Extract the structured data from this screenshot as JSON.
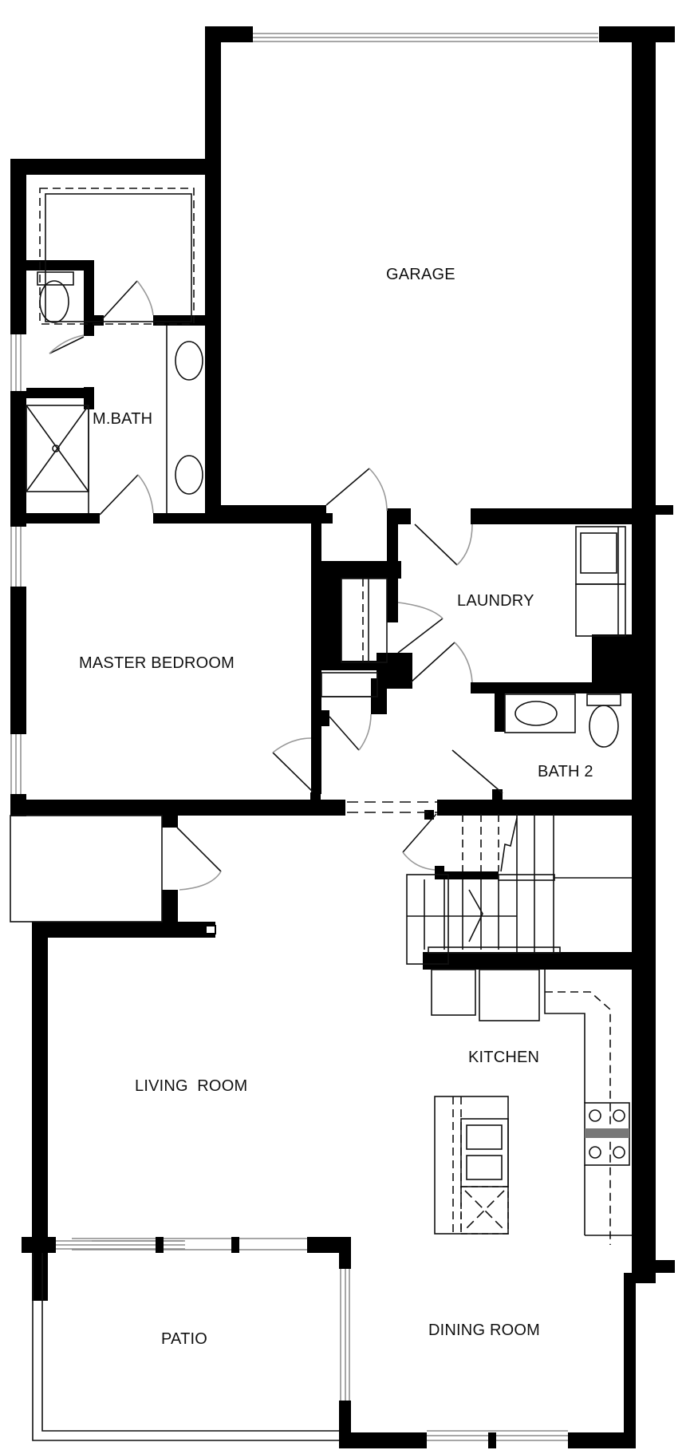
{
  "plan": {
    "type": "floor-plan",
    "colors": {
      "wall": "#000000",
      "line": "#111111",
      "window": "#8a8a8a",
      "range_bar": "#777777",
      "background": "#ffffff"
    },
    "rooms": [
      {
        "id": "garage",
        "label": "GARAGE"
      },
      {
        "id": "m-bath",
        "label": "M.BATH"
      },
      {
        "id": "laundry",
        "label": "LAUNDRY"
      },
      {
        "id": "master-bedroom",
        "label": "MASTER BEDROOM"
      },
      {
        "id": "bath-2",
        "label": "BATH 2"
      },
      {
        "id": "kitchen",
        "label": "KITCHEN"
      },
      {
        "id": "living-room",
        "label": "LIVING  ROOM"
      },
      {
        "id": "patio",
        "label": "PATIO"
      },
      {
        "id": "dining-room",
        "label": "DINING ROOM"
      }
    ],
    "fixtures": [
      "toilet",
      "toilet",
      "shower",
      "vanity-sink",
      "vanity-sink",
      "bath-sink",
      "washer",
      "dryer",
      "stairs",
      "kitchen-island",
      "dishwasher",
      "cooktop",
      "fridge"
    ]
  }
}
